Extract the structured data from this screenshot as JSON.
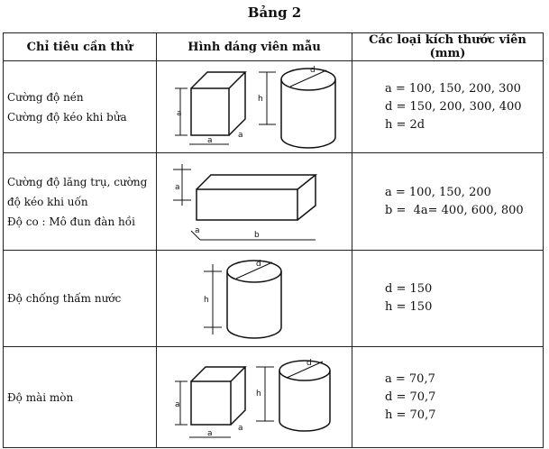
{
  "title": "Bảng 2",
  "headers": [
    "Chỉ tiêu cần thử",
    "Hình dáng viên mẫu",
    "Các loại kích thước viên (mm)"
  ],
  "rows": [
    {
      "criteria": [
        "Cường độ nén",
        "Cường độ kéo khi bửa"
      ],
      "shape": "cube-and-cylinder",
      "labels": {
        "a": "a",
        "d": "d",
        "h": "h"
      },
      "sizes": [
        "a = 100, 150, 200, 300",
        "d = 150, 200, 300, 400",
        "h = 2d"
      ]
    },
    {
      "criteria": [
        "Cường độ lăng trụ, cường",
        "độ kéo khi uốn",
        "Độ co : Mô đun đàn hồi"
      ],
      "shape": "prism",
      "labels": {
        "a": "a",
        "b": "b"
      },
      "sizes": [
        "a = 100, 150, 200",
        "b =  4a= 400, 600, 800"
      ]
    },
    {
      "criteria": [
        "Độ chống thấm nước"
      ],
      "shape": "cylinder",
      "labels": {
        "d": "d",
        "h": "h"
      },
      "sizes": [
        "d = 150",
        "h = 150"
      ]
    },
    {
      "criteria": [
        "Độ mài mòn"
      ],
      "shape": "cube-and-cylinder",
      "labels": {
        "a": "a",
        "d": "d",
        "h": "h"
      },
      "sizes": [
        "a = 70,7",
        "d = 70,7",
        "h = 70,7"
      ]
    }
  ]
}
